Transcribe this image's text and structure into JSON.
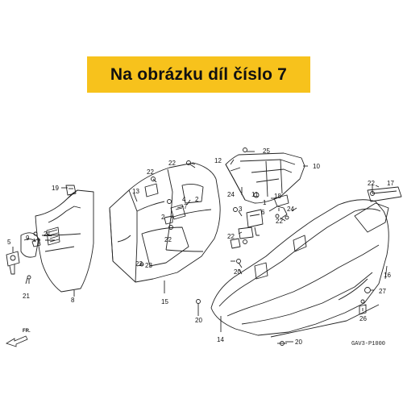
{
  "banner": {
    "text": "Na obrázku díl číslo 7",
    "color": "#f7c21c"
  },
  "direction_label": "FR.",
  "diagram_code": "GAV3-P1000",
  "callouts": {
    "n1": "1",
    "n2a": "2",
    "n2b": "2",
    "n2c": "2",
    "n3": "3",
    "n4": "4",
    "n5": "5",
    "n6": "6",
    "n7": "7",
    "n8": "8",
    "n9": "9",
    "n10": "10",
    "n11": "11",
    "n12": "12",
    "n13": "13",
    "n14": "14",
    "n15": "15",
    "n16": "16",
    "n17": "17",
    "n18": "18",
    "n19": "19",
    "n20a": "20",
    "n20b": "20",
    "n20c": "20",
    "n21a": "21",
    "n21b": "21",
    "n22a": "22",
    "n22b": "22",
    "n22c": "22",
    "n22d": "22",
    "n22e": "22",
    "n22f": "22",
    "n22g": "22",
    "n23": "23",
    "n24a": "24",
    "n24b": "24",
    "n25": "25",
    "n26": "26",
    "n27": "27"
  }
}
